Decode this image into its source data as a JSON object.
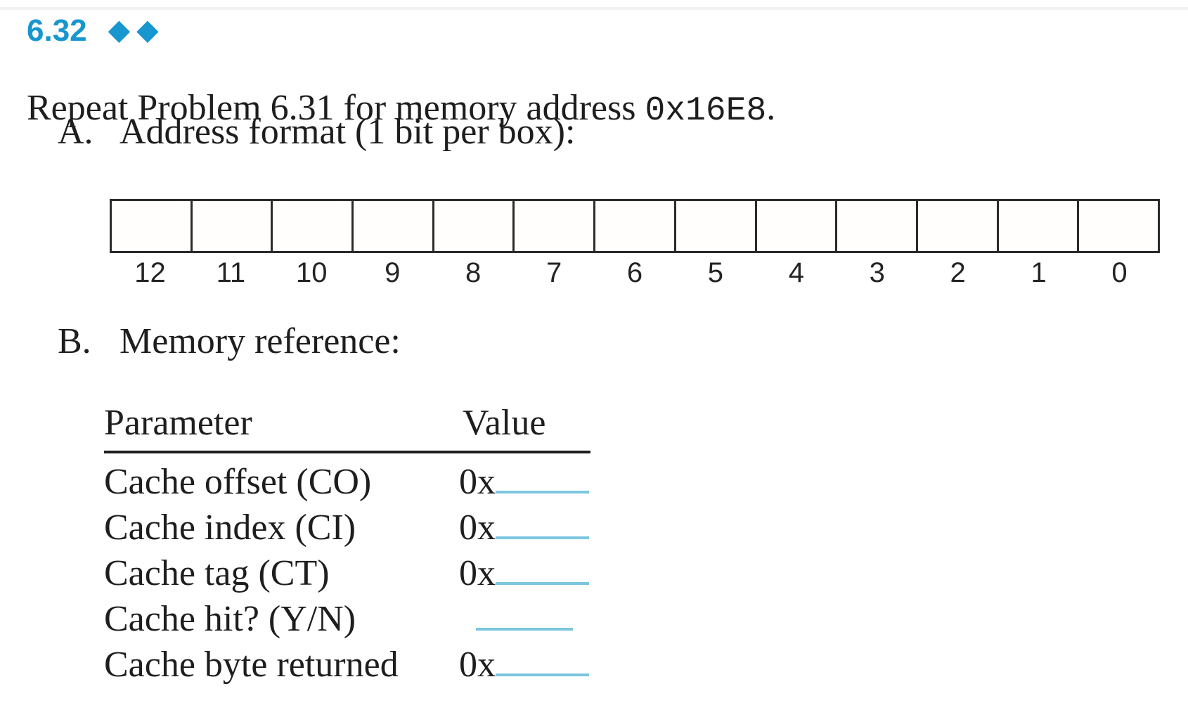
{
  "colors": {
    "accent_blue": "#1796cf",
    "answer_line_blue": "#7cc6e0",
    "ink": "#1e1e1e"
  },
  "problem": {
    "number": "6.32",
    "difficulty": {
      "icon": "diamond",
      "level": 2,
      "glyphs": "◆◆"
    },
    "statement": {
      "prefix": "Repeat Problem 6.31 for memory address ",
      "address": "0x16E8",
      "suffix": "."
    }
  },
  "sections": {
    "a": {
      "marker": "A.",
      "title": "Address format (1 bit per box):",
      "bit_labels": [
        "12",
        "11",
        "10",
        "9",
        "8",
        "7",
        "6",
        "5",
        "4",
        "3",
        "2",
        "1",
        "0"
      ]
    },
    "b": {
      "marker": "B.",
      "title": "Memory reference:",
      "table": {
        "headers": {
          "parameter": "Parameter",
          "value": "Value"
        },
        "rows": [
          {
            "parameter": "Cache offset (CO)",
            "value_prefix": "0x",
            "blank": ""
          },
          {
            "parameter": "Cache index (CI)",
            "value_prefix": "0x",
            "blank": ""
          },
          {
            "parameter": "Cache tag (CT)",
            "value_prefix": "0x",
            "blank": ""
          },
          {
            "parameter": "Cache hit? (Y/N)",
            "value_prefix": "",
            "blank": ""
          },
          {
            "parameter": "Cache byte returned",
            "value_prefix": "0x",
            "blank": ""
          }
        ]
      }
    }
  }
}
